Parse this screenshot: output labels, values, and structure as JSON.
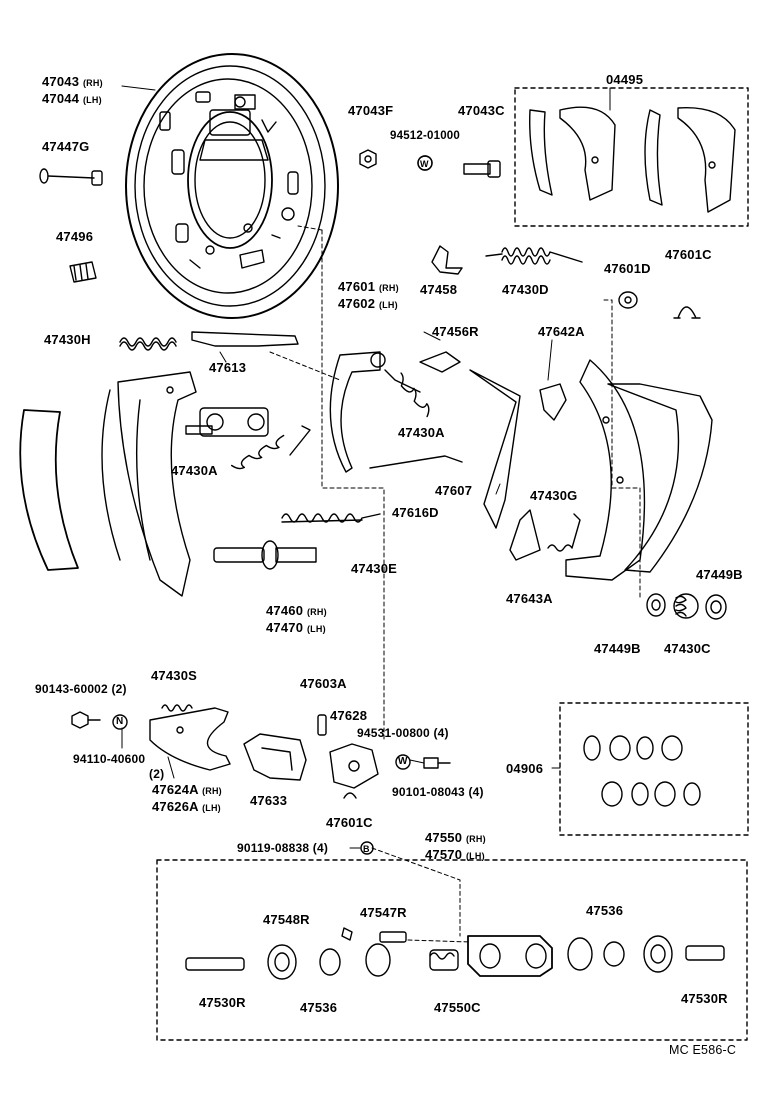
{
  "diagram_code": "MC E586-C",
  "labels": {
    "l47043": "47043",
    "l47043_side": "(RH)",
    "l47044": "47044",
    "l47044_side": "(LH)",
    "l47447g": "47447G",
    "l47496": "47496",
    "l47430h": "47430H",
    "l47613": "47613",
    "l47043f": "47043F",
    "l94512": "94512-01000",
    "l47043c": "47043C",
    "l04495": "04495",
    "l47458": "47458",
    "l47430d": "47430D",
    "l47601d": "47601D",
    "l47601c_top": "47601C",
    "l47601": "47601",
    "l47601_side": "(RH)",
    "l47602": "47602",
    "l47602_side": "(LH)",
    "l47456r": "47456R",
    "l47642a": "47642A",
    "l47430a_left": "47430A",
    "l47430a_mid": "47430A",
    "l47607": "47607",
    "l47616d": "47616D",
    "l47430g": "47430G",
    "l47430e": "47430E",
    "l47643a": "47643A",
    "l47460": "47460",
    "l47460_side": "(RH)",
    "l47470": "47470",
    "l47470_side": "(LH)",
    "l47449b_r": "47449B",
    "l47449b_l": "47449B",
    "l47430c": "47430C",
    "l90143": "90143-60002 (2)",
    "l47430s": "47430S",
    "l47603a": "47603A",
    "l47628": "47628",
    "l94531": "94531-00800 (4)",
    "l04906": "04906",
    "l94110": "94110-40600",
    "l94110_qty": "(2)",
    "l47624a": "47624A",
    "l47624a_side": "(RH)",
    "l47626a": "47626A",
    "l47626a_side": "(LH)",
    "l47633": "47633",
    "l90101": "90101-08043 (4)",
    "l47601c_bottom": "47601C",
    "l90119": "90119-08838 (4)",
    "l47550": "47550",
    "l47550_side": "(RH)",
    "l47570": "47570",
    "l47570_side": "(LH)",
    "l47548r": "47548R",
    "l47547r": "47547R",
    "l47536_right": "47536",
    "l47530r_left": "47530R",
    "l47536_left": "47536",
    "l47550c": "47550C",
    "l47530r_right": "47530R"
  },
  "symbols": {
    "washer_w": "W",
    "nut_n": "N",
    "bolt_b": "B"
  }
}
